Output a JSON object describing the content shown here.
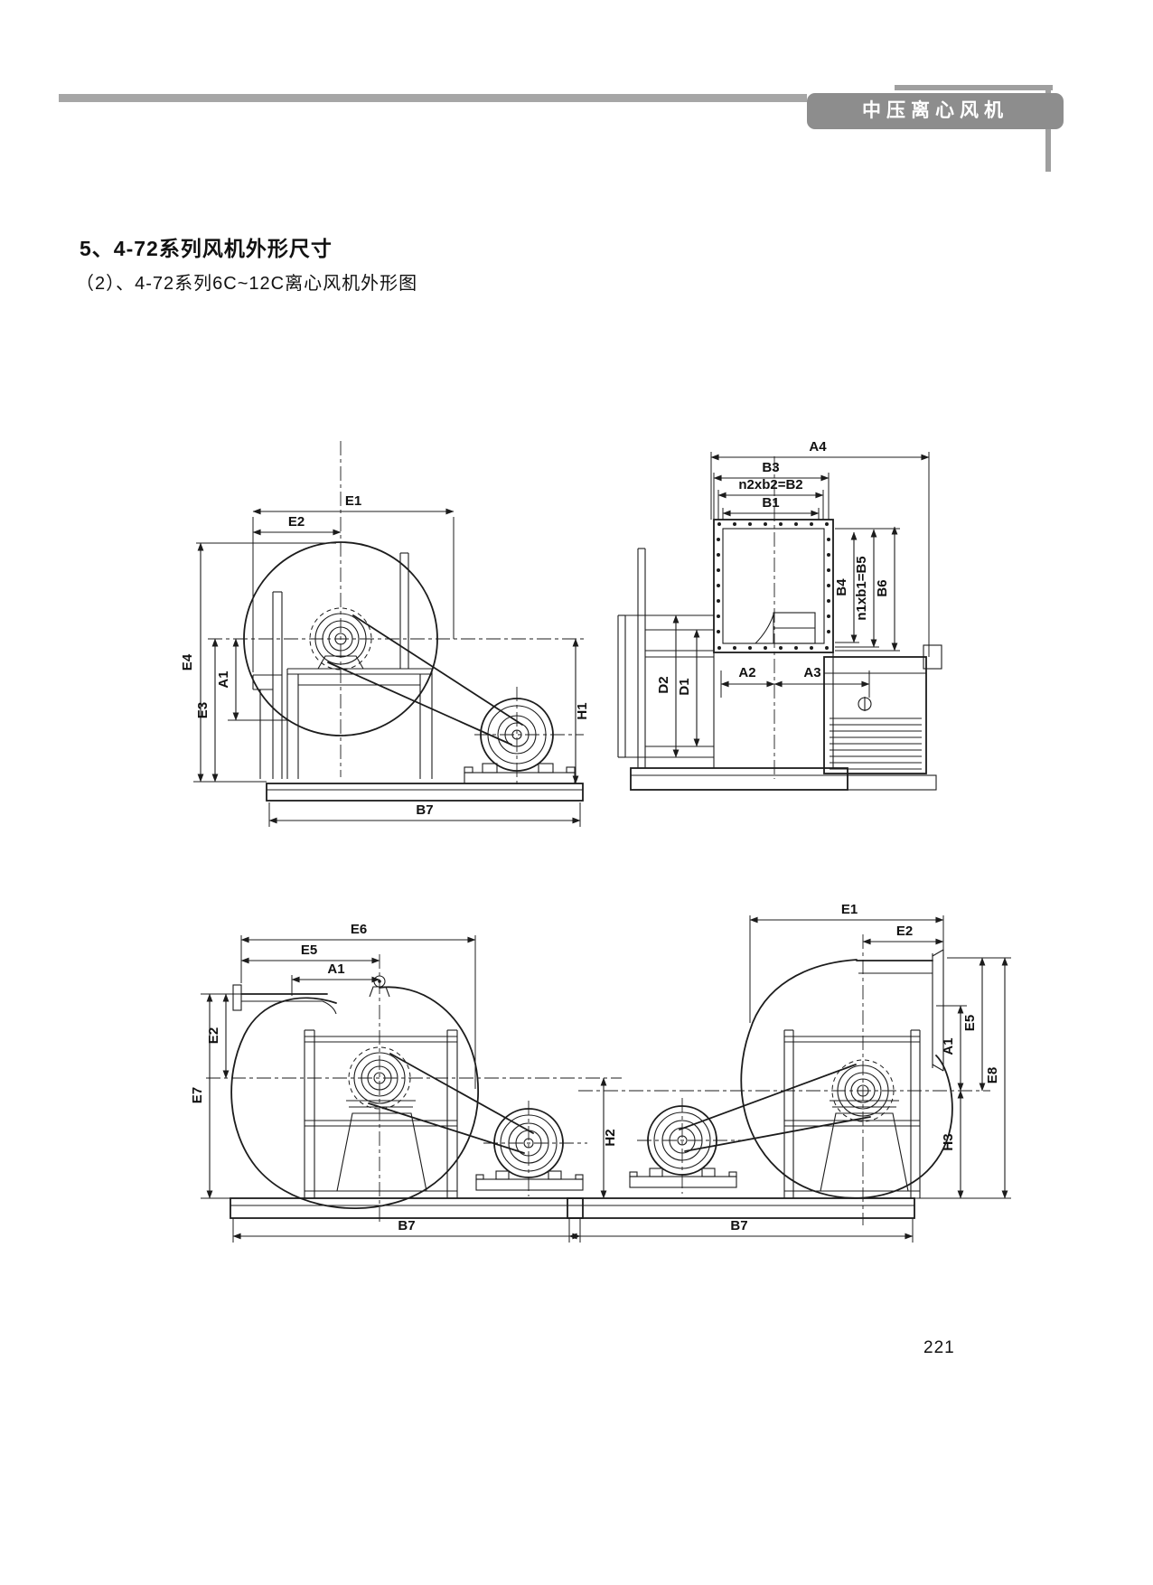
{
  "header": {
    "badge": "中压离心风机"
  },
  "title": "5、4-72系列风机外形尺寸",
  "subtitle": "（2）、4-72系列6C~12C离心风机外形图",
  "page_number": "221",
  "colors": {
    "header_bar": "#a6a6a6",
    "badge_bg": "#8d8d8d",
    "badge_text": "#ffffff",
    "drawing_line": "#1c1c1c",
    "background": "#ffffff"
  },
  "drawings": {
    "d1": {
      "E1": "E1",
      "E2": "E2",
      "E4": "E4",
      "E3": "E3",
      "A1": "A1",
      "H1": "H1",
      "B7": "B7"
    },
    "d2": {
      "A4": "A4",
      "B3": "B3",
      "B2": "n2xb2=B2",
      "B1": "B1",
      "B4": "B4",
      "B5": "n1xb1=B5",
      "B6": "B6",
      "D2": "D2",
      "D1": "D1",
      "A2": "A2",
      "A3": "A3"
    },
    "d3": {
      "E6": "E6",
      "E5": "E5",
      "A1": "A1",
      "E2": "E2",
      "E7": "E7",
      "H2": "H2",
      "B7": "B7"
    },
    "d4": {
      "E1": "E1",
      "E2": "E2",
      "E5": "E5",
      "A1": "A1",
      "E8": "E8",
      "H3": "H3",
      "B7": "B7"
    }
  }
}
